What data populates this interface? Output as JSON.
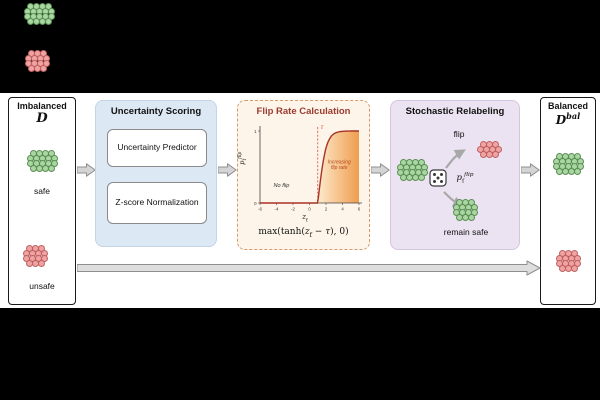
{
  "palette": {
    "green_fill": "#a9d6a1",
    "green_stroke": "#5b8f55",
    "red_fill": "#f0a3a3",
    "red_stroke": "#bf6161",
    "blue_box": "#dce8f3",
    "peach_box": "#fdf5e9",
    "purple_box": "#ebe3f1",
    "flip_title_color": "#9a3b2f",
    "arrow_fill": "#d4d4d4",
    "arrow_stroke": "#8f8f8f"
  },
  "strip": {
    "green_cluster": {
      "rows": [
        4,
        5,
        5,
        4
      ],
      "fill": "#a9d6a1",
      "stroke": "#5b8f55"
    },
    "red_cluster": {
      "rows": [
        3,
        4,
        4,
        3
      ],
      "fill": "#f0a3a3",
      "stroke": "#bf6161"
    }
  },
  "input_box": {
    "title": "Imbalanced",
    "dataset_html": "<i>D</i>",
    "safe_label": "safe",
    "unsafe_label": "unsafe",
    "safe_cluster": {
      "rows": [
        4,
        5,
        5,
        4
      ],
      "fill": "#a9d6a1",
      "stroke": "#5b8f55"
    },
    "unsafe_cluster": {
      "rows": [
        3,
        4,
        4,
        3
      ],
      "fill": "#f0a3a3",
      "stroke": "#bf6161"
    }
  },
  "uncertainty": {
    "title": "Uncertainty Scoring",
    "module1": "Uncertainty Predictor",
    "module2": "Z-score Normalization"
  },
  "flip": {
    "title": "Flip Rate Calculation",
    "formula_html": "max(tanh(<i>z</i><sub>f</sub> − <i>τ</i>), 0)"
  },
  "chart_data": {
    "type": "line",
    "function": "p_f^flip = max(tanh(z_f − τ), 0)",
    "tau": 1,
    "x_range": [
      -6,
      6
    ],
    "y_range": [
      0,
      1
    ],
    "x_ticks": [
      -6,
      -4,
      -2,
      0,
      2,
      4,
      6
    ],
    "y_ticks": [
      0,
      1
    ],
    "xlabel_html": "<i>z</i><sub>f</sub>",
    "ylabel_html": "<i>p</i><sub>f</sub><sup><i>flip</i></sup>",
    "annotations": {
      "no_flip": "No flip",
      "tau": "τ",
      "increasing_line1": "Increasing",
      "increasing_line2": "flip rate"
    },
    "curve_color": "#a93226",
    "area_from": "#fdeacc",
    "area_to": "#ef9d4e",
    "tau_line_color": "#d94f3d",
    "grid": false,
    "legend": false
  },
  "relabel": {
    "title": "Stochastic Relabeling",
    "flip_label": "flip",
    "remain_label": "remain safe",
    "prob_html": "<i>p</i><sub>f</sub><sup><i>flip</i></sup>",
    "input_cluster": {
      "rows": [
        4,
        5,
        5,
        4
      ],
      "fill": "#a9d6a1",
      "stroke": "#5b8f55"
    },
    "flip_cluster": {
      "rows": [
        3,
        4,
        3
      ],
      "fill": "#f0a3a3",
      "stroke": "#bf6161"
    },
    "remain_cluster": {
      "rows": [
        3,
        4,
        4,
        3
      ],
      "fill": "#a9d6a1",
      "stroke": "#5b8f55"
    }
  },
  "output_box": {
    "title": "Balanced",
    "dataset_html": "<i>D</i><sup><i>bal</i></sup>",
    "green_cluster": {
      "rows": [
        4,
        5,
        5,
        4
      ],
      "fill": "#a9d6a1",
      "stroke": "#5b8f55"
    },
    "red_cluster": {
      "rows": [
        3,
        4,
        4,
        3
      ],
      "fill": "#f0a3a3",
      "stroke": "#bf6161"
    }
  }
}
